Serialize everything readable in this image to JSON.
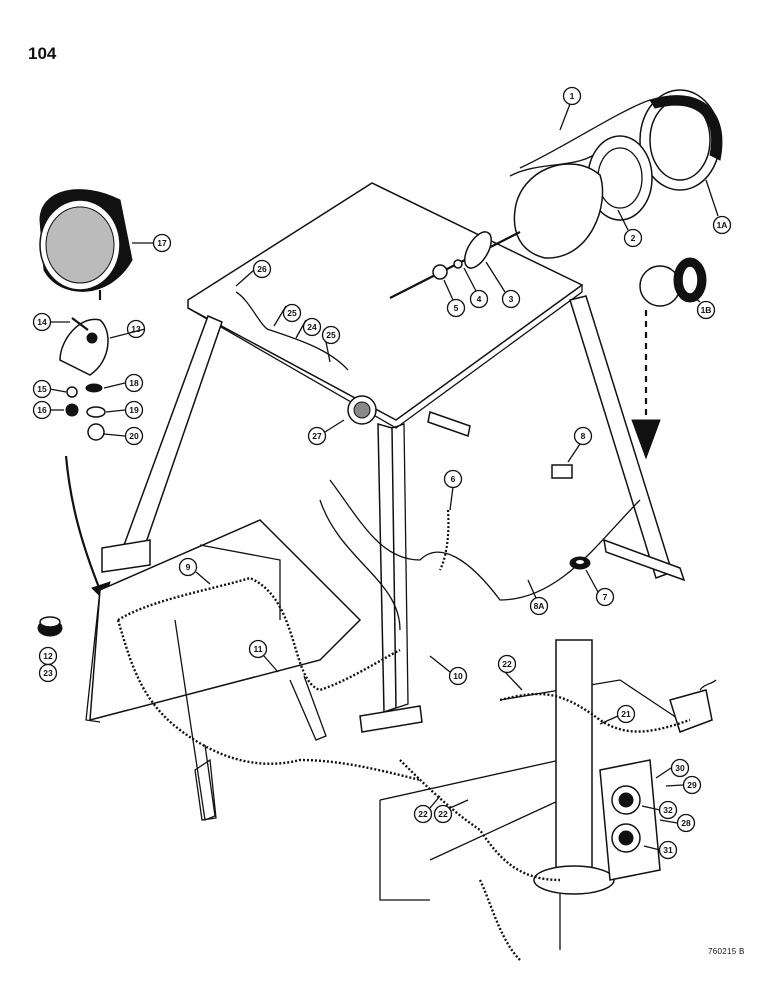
{
  "page": {
    "number": "104",
    "drawing_id": "760215 B"
  },
  "callouts": [
    {
      "label": "1"
    },
    {
      "label": "1A"
    },
    {
      "label": "1B"
    },
    {
      "label": "2"
    },
    {
      "label": "3"
    },
    {
      "label": "4"
    },
    {
      "label": "5"
    },
    {
      "label": "6"
    },
    {
      "label": "7"
    },
    {
      "label": "8"
    },
    {
      "label": "8A"
    },
    {
      "label": "9"
    },
    {
      "label": "10"
    },
    {
      "label": "11"
    },
    {
      "label": "12"
    },
    {
      "label": "23"
    },
    {
      "label": "13"
    },
    {
      "label": "14"
    },
    {
      "label": "15"
    },
    {
      "label": "16"
    },
    {
      "label": "17"
    },
    {
      "label": "18"
    },
    {
      "label": "19"
    },
    {
      "label": "20"
    },
    {
      "label": "21"
    },
    {
      "label": "22"
    },
    {
      "label": "22"
    },
    {
      "label": "22"
    },
    {
      "label": "24"
    },
    {
      "label": "25"
    },
    {
      "label": "25"
    },
    {
      "label": "26"
    },
    {
      "label": "27"
    },
    {
      "label": "28"
    },
    {
      "label": "29"
    },
    {
      "label": "30"
    },
    {
      "label": "31"
    },
    {
      "label": "32"
    }
  ]
}
